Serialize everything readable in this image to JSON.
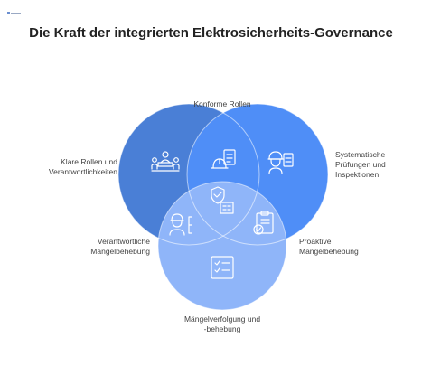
{
  "title": "Die Kraft der integrierten Elektrosicherheits-Governance",
  "labels": {
    "top": "Konforme Rollen",
    "left": [
      "Klare Rollen und",
      "Verantwortlichkeiten"
    ],
    "right": [
      "Systematische",
      "Prüfungen und",
      "Inspektionen"
    ],
    "lower_left": [
      "Verantwortliche",
      "Mängelbehebung"
    ],
    "lower_right": [
      "Proaktive",
      "Mängelbehebung"
    ],
    "bottom": [
      "Mängelverfolgung und",
      "-behebung"
    ]
  },
  "colors": {
    "circle_left": "#4a7fd6",
    "circle_right": "#4f8ef7",
    "circle_bottom": "#8fb5f9",
    "icon_stroke": "#ffffff"
  },
  "icons": {
    "left": "people-meeting-icon",
    "top_overlap": "hardhat-checklist-icon",
    "right": "worker-checklist-icon",
    "center": "shield-building-icon",
    "lower_left_overlap": "worker-bracket-icon",
    "lower_right_overlap": "clipboard-check-icon",
    "bottom": "checklist-icon"
  }
}
